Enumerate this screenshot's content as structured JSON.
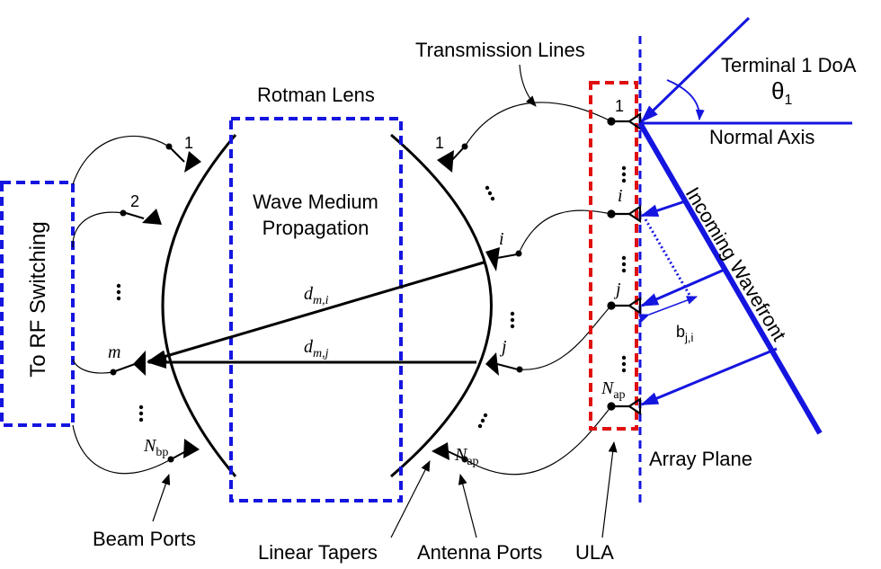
{
  "labels": {
    "rotman_lens": "Rotman Lens",
    "wave_medium_line1": "Wave Medium",
    "wave_medium_line2": "Propagation",
    "transmission_lines": "Transmission Lines",
    "terminal_doa": "Terminal 1 DoA",
    "theta": "θ",
    "theta_sub": "1",
    "normal_axis": "Normal Axis",
    "incoming_wavefront": "Incoming Wavefront",
    "to_rf_switching": "To RF Switching",
    "array_plane": "Array Plane",
    "beam_ports": "Beam Ports",
    "linear_tapers": "Linear Tapers",
    "antenna_ports": "Antenna Ports",
    "ula": "ULA",
    "d_mi": "d",
    "d_mi_sub": "m,i",
    "d_mj": "d",
    "d_mj_sub": "m,j",
    "b_ji": "b",
    "b_ji_sub": "j,i"
  },
  "beam_port_labels": {
    "p1": "1",
    "p2": "2",
    "pm": "m",
    "pN": "N",
    "pN_sub": "bp"
  },
  "antenna_port_labels": {
    "p1": "1",
    "pi": "i",
    "pj": "j",
    "pN": "N",
    "pN_sub": "ap"
  },
  "array_labels": {
    "e1": "1",
    "ei": "i",
    "ej": "j",
    "eN": "N",
    "eN_sub": "ap"
  },
  "colors": {
    "blue": "#1515e0",
    "red": "#e01010",
    "black": "#000000"
  }
}
